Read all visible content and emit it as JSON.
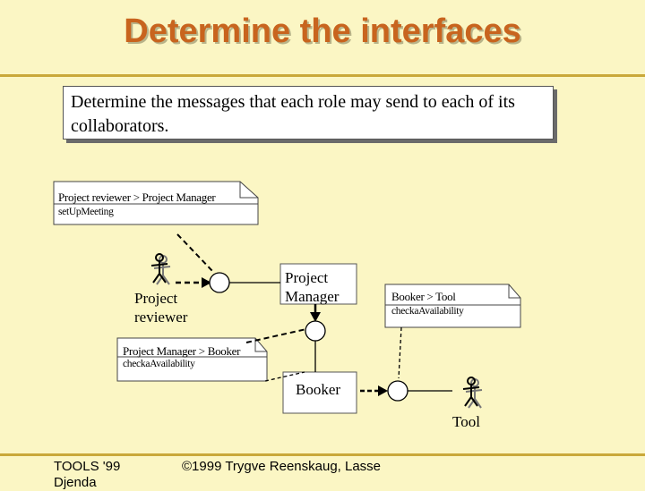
{
  "slide": {
    "title": "Determine the interfaces",
    "text": "Determine the messages that each role may send to each of its collaborators."
  },
  "notes": [
    {
      "header": "Project reviewer > Project Manager",
      "body": "setUpMeeting"
    },
    {
      "header": "Booker > Tool",
      "body": "checkaAvailability"
    },
    {
      "header": "Project Manager > Booker",
      "body": "checkaAvailability"
    }
  ],
  "roles": {
    "project_manager": "Project Manager",
    "project_reviewer": "Project reviewer",
    "booker": "Booker",
    "tool": "Tool"
  },
  "footer": {
    "left": "TOOLS '99 Djenda",
    "center": "©1999 Trygve Reenskaug, Lasse"
  },
  "colors": {
    "background": "#fbf6c4",
    "title": "#c8641e",
    "rule": "#c9a83a"
  }
}
